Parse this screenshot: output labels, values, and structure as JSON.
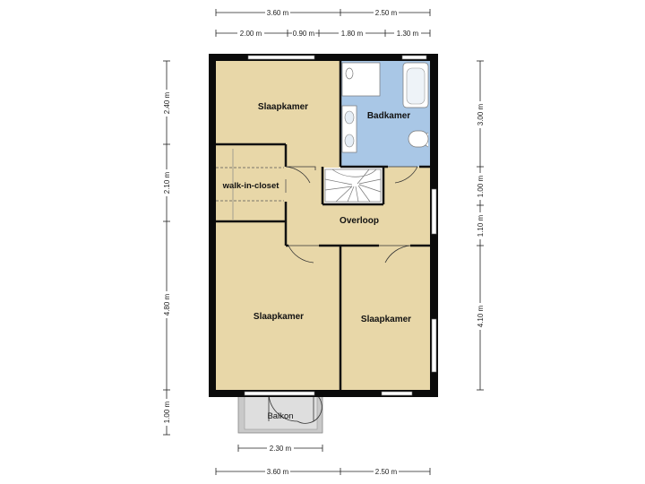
{
  "rooms": {
    "bedroom_top": "Slaapkamer",
    "bathroom": "Badkamer",
    "closet": "walk-in-closet",
    "landing": "Overloop",
    "bedroom_left": "Slaapkamer",
    "bedroom_right": "Slaapkamer",
    "balcony": "Balkon"
  },
  "dimensions": {
    "top_row1": [
      "3.60 m",
      "2.50 m"
    ],
    "top_row2": [
      "2.00 m",
      "0.90 m",
      "1.80 m",
      "1.30 m"
    ],
    "left": [
      "2.40 m",
      "2.10 m",
      "4.80 m",
      "1.00 m"
    ],
    "right": [
      "3.00 m",
      "1.00 m",
      "1.10 m",
      "4.10 m"
    ],
    "balcony_width": "2.30 m",
    "bottom": [
      "3.60 m",
      "2.50 m"
    ]
  },
  "colors": {
    "room_fill": "#e8d7a8",
    "bath_fill": "#a9c7e6",
    "balcony_fill": "#c9c9c9",
    "wall": "#0b0b0b"
  }
}
